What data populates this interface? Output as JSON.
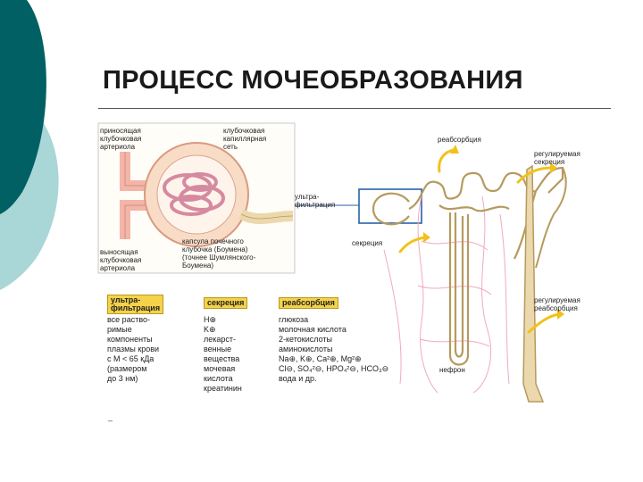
{
  "slide": {
    "title": "ПРОЦЕСС МОЧЕОБРАЗОВАНИЯ",
    "footer_mark": "–"
  },
  "colors": {
    "accent_dark": "#006063",
    "accent_light": "#a9d6d6",
    "capsule_pink": "#f3b5a8",
    "tubule_tan": "#ecd8ad",
    "capillary_pink": "#f2a8c6",
    "arrow_yellow": "#f2c21a",
    "header_yellow": "#f4d24a"
  },
  "labels": {
    "afferent": "приносящая\nклубочковая\nартериола",
    "capillary_net": "клубочковая\nкапиллярная\nсеть",
    "ultrafiltration": "ультра-\nфильтрация",
    "efferent": "выносящая\nклубочковая\nартериола",
    "capsule": "капсула почечного\nклубочка (Боумена)\n(точнее Шумлянского-\nБоумена)",
    "reabsorption_top": "реабсорбция",
    "regulated_secretion": "регулируемая\nсекреция",
    "secretion": "секреция",
    "regulated_reabsorption": "регулируемая\nреабсорбция",
    "nephron": "нефрон"
  },
  "table": {
    "headers": [
      "ультра-\nфильтрация",
      "секреция",
      "реабсорбция"
    ],
    "col1": "все раство-\nримые\nкомпоненты\nплазмы крови\nс М < 65 кДа\n(размером\nдо 3 нм)",
    "col2": "H⊕\nK⊕\nлекарст-\nвенные\nвещества\nмочевая\nкислота\nкреатинин",
    "col3": "глюкоза\nмолочная кислота\n2-кетокислоты\nаминокислоты\nNa⊕, K⊕, Ca²⊕, Mg²⊕\nCl⊖, SO₄²⊖, HPO₄²⊖, HCO₃⊖\nвода и др."
  }
}
